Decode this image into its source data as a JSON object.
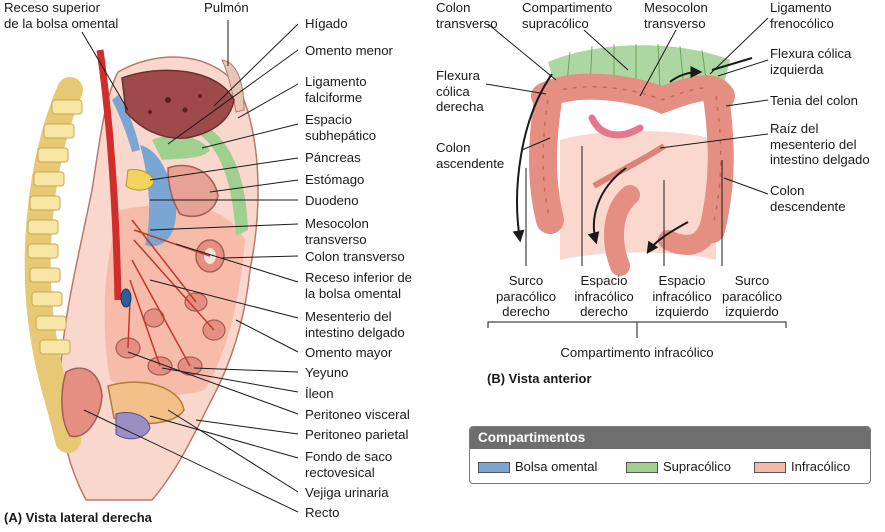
{
  "left_labels": {
    "receso_superior": [
      "Receso superior",
      "de la bolsa omental"
    ],
    "pulmon": [
      "Pulmón"
    ],
    "higado": [
      "Hígado"
    ],
    "omento_menor": [
      "Omento menor"
    ],
    "ligamento_falciforme": [
      "Ligamento",
      "falciforme"
    ],
    "espacio_subhepatico": [
      "Espacio",
      "subhepático"
    ],
    "pancreas": [
      "Páncreas"
    ],
    "estomago": [
      "Estómago"
    ],
    "duodeno": [
      "Duodeno"
    ],
    "mesocolon_transverso": [
      "Mesocolon",
      "transverso"
    ],
    "colon_transverso": [
      "Colon transverso"
    ],
    "receso_inferior": [
      "Receso inferior de",
      "la bolsa omental"
    ],
    "mesenterio": [
      "Mesenterio del",
      "intestino delgado"
    ],
    "omento_mayor": [
      "Omento mayor"
    ],
    "yeyuno": [
      "Yeyuno"
    ],
    "ileon": [
      "Íleon"
    ],
    "peritoneo_visceral": [
      "Peritoneo visceral"
    ],
    "peritoneo_parietal": [
      "Peritoneo parietal"
    ],
    "fondo_saco": [
      "Fondo de saco",
      "rectovesical"
    ],
    "vejiga": [
      "Vejiga urinaria"
    ],
    "recto": [
      "Recto"
    ]
  },
  "right_labels": {
    "colon_transverso": [
      "Colon",
      "transverso"
    ],
    "compartimento_supracolico": [
      "Compartimento",
      "supracólico"
    ],
    "mesocolon_transverso": [
      "Mesocolon",
      "transverso"
    ],
    "ligamento_frenocolico": [
      "Ligamento",
      "frenocólico"
    ],
    "flexura_izquierda": [
      "Flexura cólica",
      "izquierda"
    ],
    "flexura_derecha": [
      "Flexura",
      "cólica",
      "derecha"
    ],
    "tenia": [
      "Tenia del colon"
    ],
    "colon_ascendente": [
      "Colon",
      "ascendente"
    ],
    "raiz_mesenterio": [
      "Raíz del",
      "mesenterio del",
      "intestino delgado"
    ],
    "colon_descendente": [
      "Colon",
      "descendente"
    ],
    "surco_derecho": [
      "Surco",
      "paracólico",
      "derecho"
    ],
    "espacio_derecho": [
      "Espacio",
      "infracólico",
      "derecho"
    ],
    "espacio_izquierdo": [
      "Espacio",
      "infracólico",
      "izquierdo"
    ],
    "surco_izquierdo": [
      "Surco",
      "paracólico",
      "izquierdo"
    ],
    "compartimento_infracolico": [
      "Compartimento infracólico"
    ]
  },
  "captions": {
    "lateral": "(A) Vista lateral derecha",
    "anterior": "(B) Vista anterior"
  },
  "legend": {
    "title": "Compartimentos",
    "items": [
      {
        "label": "Bolsa omental",
        "color": "#7aa6d4"
      },
      {
        "label": "Supracólico",
        "color": "#9fd08f"
      },
      {
        "label": "Infracólico",
        "color": "#f6b8a6"
      }
    ]
  },
  "colors": {
    "bolsa_omental": "#7aa6d4",
    "supracolico": "#9fd08f",
    "infracolico": "#f6b8a6",
    "spine": "#f2dd86",
    "artery": "#d02d2d",
    "bowel": "#e58f82",
    "liver": "#9e4a4a",
    "leader": "#1a1a1a"
  }
}
